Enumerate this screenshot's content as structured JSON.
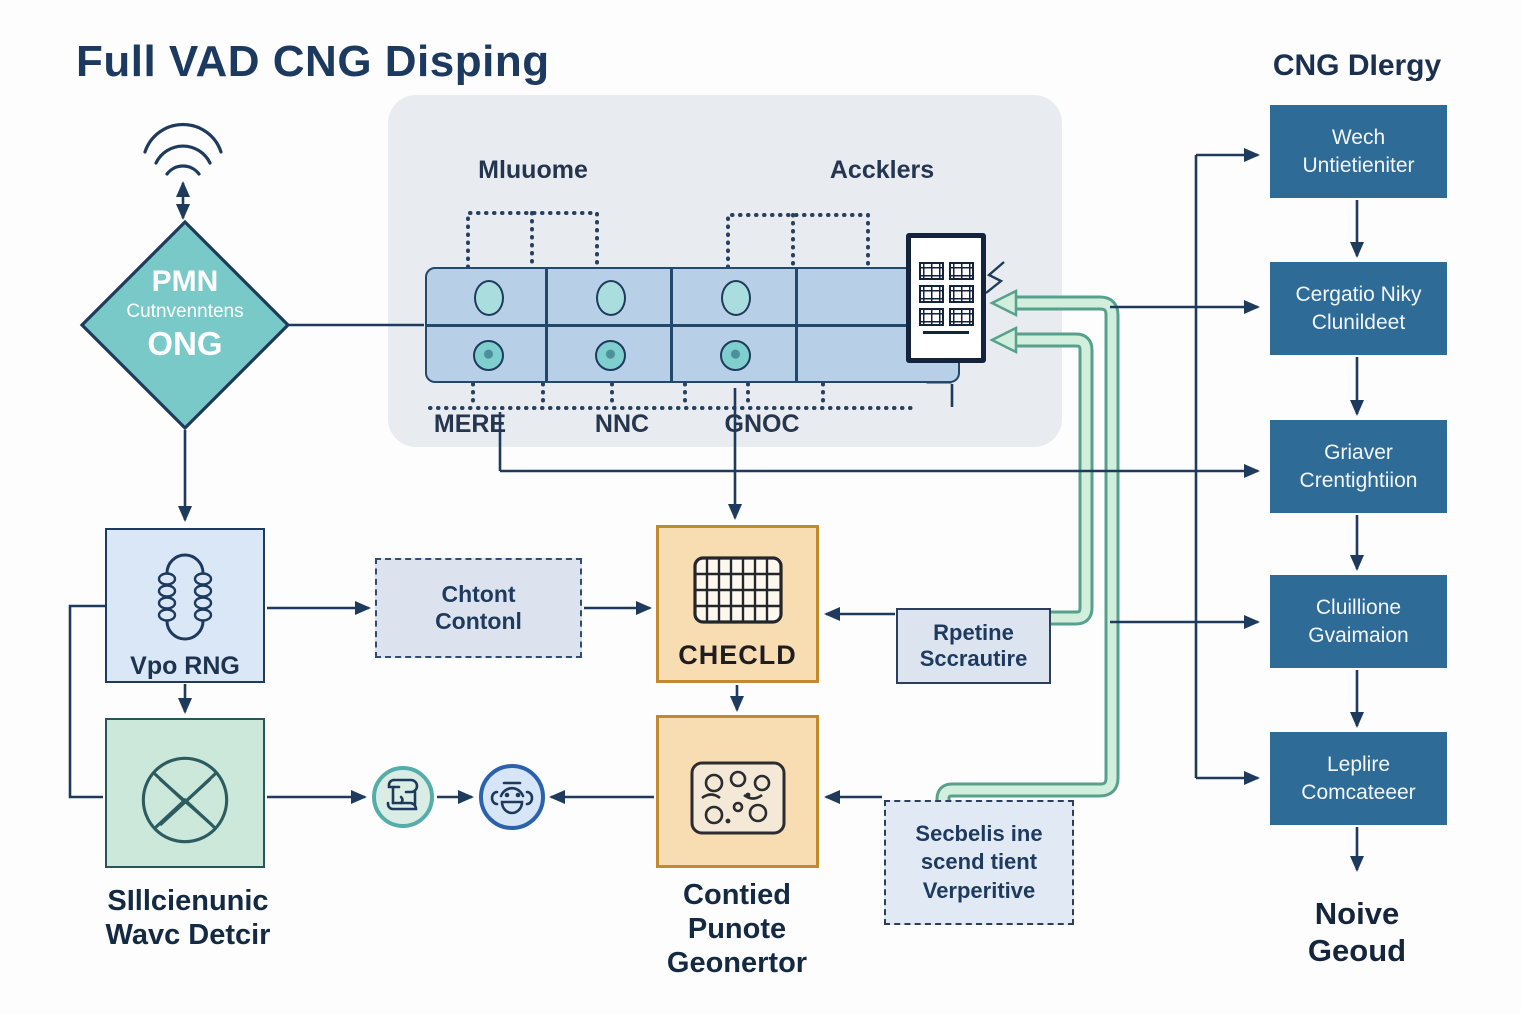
{
  "title": "Full VAD CNG Disping",
  "colors": {
    "navy_line": "#1e3a5c",
    "diamond_teal": "#79c9c9",
    "bar_blue": "#b7cfe7",
    "panel_gray": "#e8ecf1",
    "right_box_blue": "#2e6b96",
    "orange_box": "#f9ddb2",
    "orange_border": "#c08a2e",
    "green_box": "#cbe8da",
    "pipe_green": "#d2eedd",
    "pipe_edge": "#57a18c"
  },
  "icons": {
    "source": "wifi-icon",
    "vpo": "coil-icon",
    "detector": "x-circle-icon",
    "checld": "grid-icon",
    "contied": "gears-icon",
    "relay1": "scroll-icon",
    "relay2": "face-icon",
    "device": "control-device-panel"
  },
  "diamond": {
    "line1": "PMN",
    "line2": "Cutnvenntens",
    "line3": "ONG"
  },
  "pipeline": {
    "label_left": "Mluuome",
    "label_right": "Accklers",
    "segment_labels": [
      "MERE",
      "NNC",
      "GNOC"
    ]
  },
  "left_chain": {
    "vpo_label": "Vpo RNG",
    "detector_label": "SIllcienunic\nWavc Detcir"
  },
  "center_chain": {
    "chtont": "Chtont\nContonl",
    "checld": "CHECLD",
    "rpetine": "Rpetine\nSccrautire",
    "contied_label": "Contied\nPunote\nGeonertor",
    "secbelis": "Secbelis ine\nscend tient\nVerperitive"
  },
  "right_chain": {
    "title": "CNG DIergy",
    "boxes": [
      "Wech\nUntietieniter",
      "Cergatio Niky\nClunildeet",
      "Griaver\nCrentightiion",
      "Cluillione\nGvaimaion",
      "Leplire\nComcateeer"
    ],
    "output_label": "Noive\nGeoud"
  }
}
